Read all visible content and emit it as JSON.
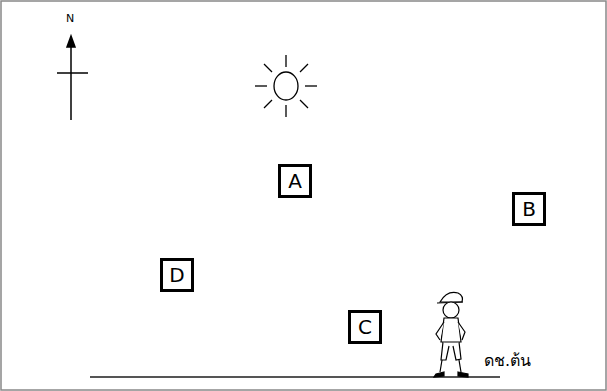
{
  "diagram": {
    "nodes": [
      {
        "text": [
          "A"
        ]
      },
      {
        "text": [
          "B"
        ]
      },
      {
        "text": [
          "D"
        ]
      },
      {
        "text": [
          "C"
        ]
      }
    ],
    "labels": [
      "N",
      "ดช.ต้น"
    ]
  }
}
